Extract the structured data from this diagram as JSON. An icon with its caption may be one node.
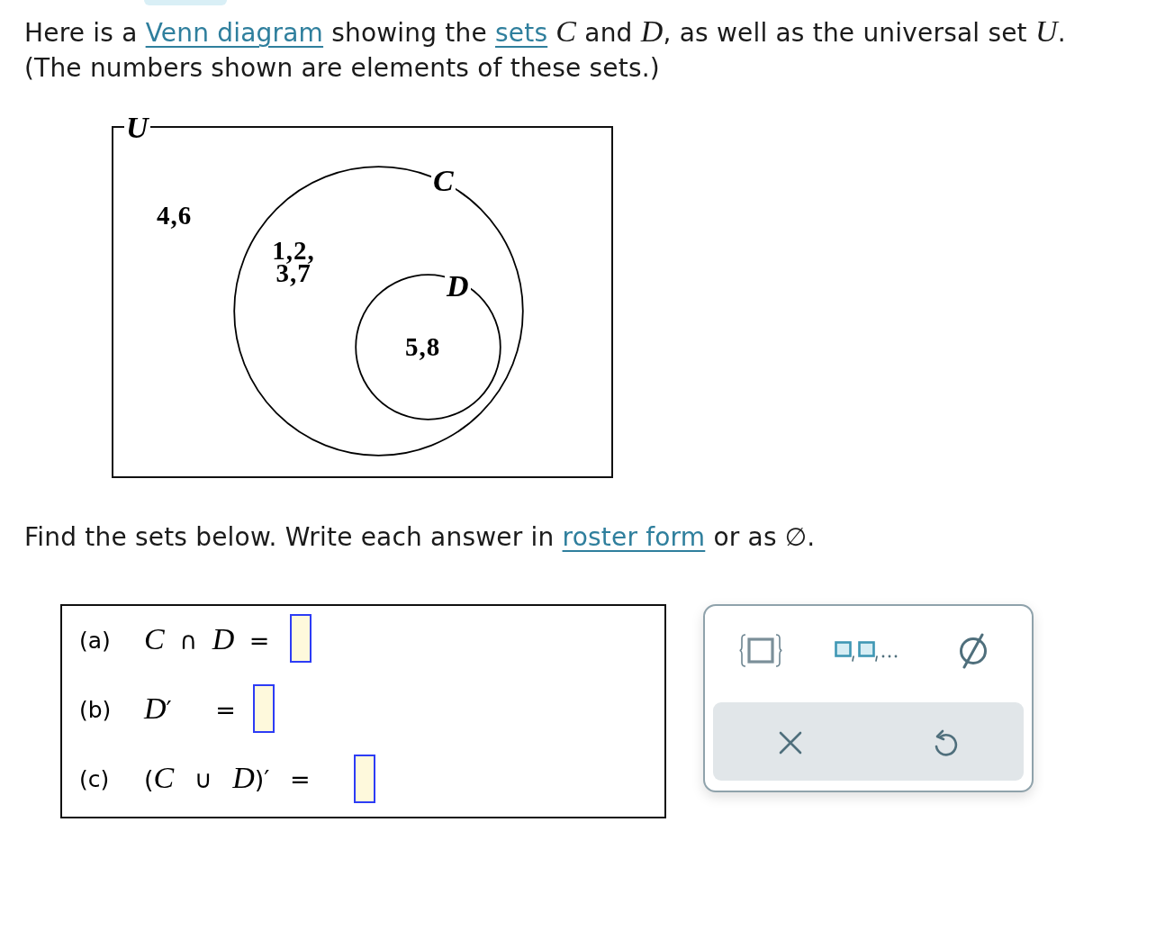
{
  "diagram": {
    "nodes": [
      {
        "text": [
          "U",
          "4,6"
        ]
      },
      {
        "text": [
          "C",
          "1,2, 3,7"
        ],
        "in": 0
      },
      {
        "text": [
          "D",
          "5,8"
        ],
        "in": 1
      },
      {
        "text": [
          "(a)",
          "*C* ∩ *D* =",
          "(b)",
          "*D*′ =",
          "(c)",
          "(*C* ∪ *D*)′ ="
        ]
      }
    ],
    "labels": [
      "Here is a",
      "Venn diagram",
      "showing the",
      "sets",
      "*C* and *D*, as well as the universal set *U*.",
      "(The numbers shown are elements of these sets.)",
      "Find the sets below. Write each answer in",
      "roster form",
      "or as ∅."
    ]
  }
}
